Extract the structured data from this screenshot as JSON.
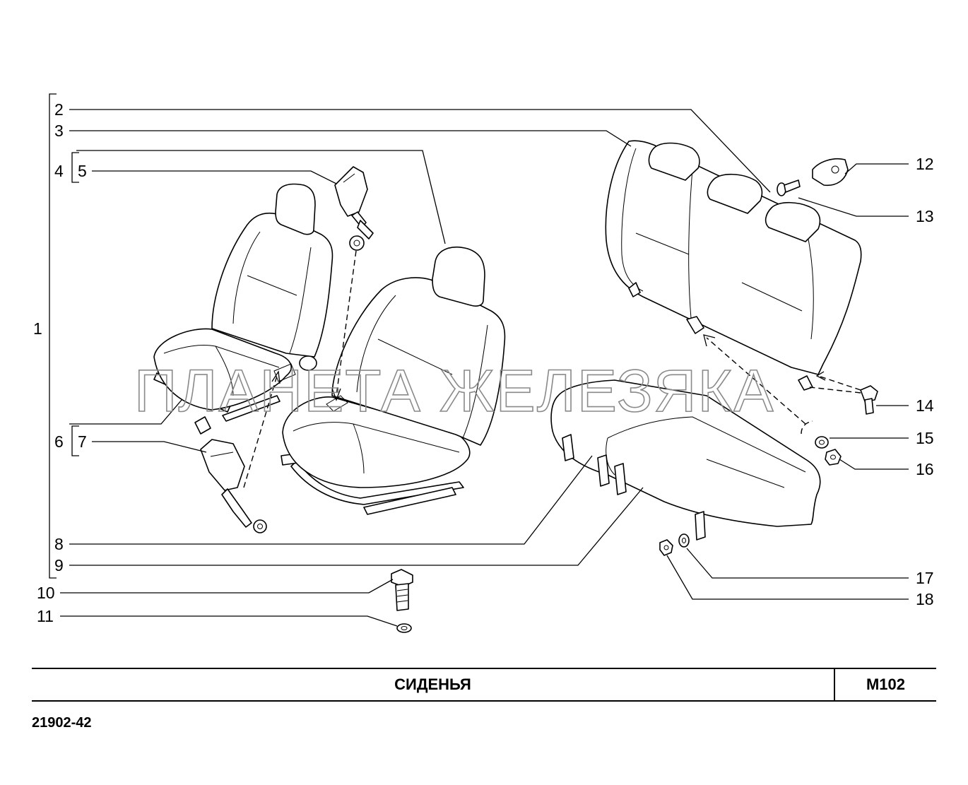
{
  "title": "СИДЕНЬЯ",
  "page_code": "M102",
  "model_code": "21902-42",
  "watermark": "ПЛАНЕТА ЖЕЛЕЗЯКА",
  "callouts": {
    "c1": "1",
    "c2": "2",
    "c3": "3",
    "c4": "4",
    "c5": "5",
    "c6": "6",
    "c7": "7",
    "c8": "8",
    "c9": "9",
    "c10": "10",
    "c11": "11",
    "c12": "12",
    "c13": "13",
    "c14": "14",
    "c15": "15",
    "c16": "16",
    "c17": "17",
    "c18": "18"
  }
}
